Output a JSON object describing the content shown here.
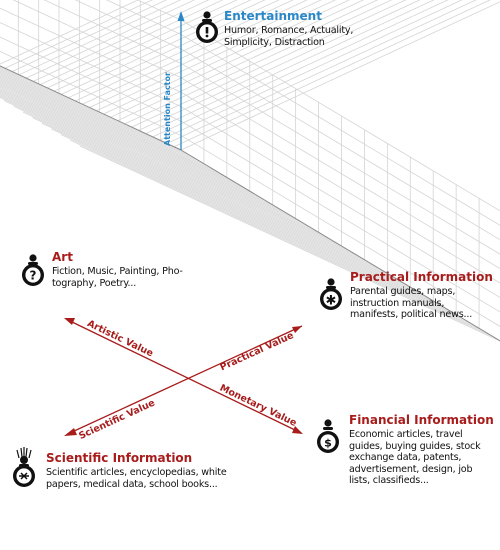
{
  "vertical_axis": {
    "label": "Attention Factor"
  },
  "axes": {
    "artistic": "Artistic Value",
    "practical": "Practical  Value",
    "monetary": "Monetary Value",
    "scientific": "Scientific Value"
  },
  "categories": {
    "entertainment": {
      "title": "Entertainment",
      "description": "Humor, Romance, Actuality, Simplicity, Distraction",
      "icon": "exclamation-person-icon",
      "color": "#2a87c8"
    },
    "art": {
      "title": "Art",
      "description": "Fiction, Music, Painting, Pho-tography, Poetry...",
      "icon": "question-person-icon",
      "color": "#a81c1c"
    },
    "practical": {
      "title": "Practical Information",
      "description": "Parental guides, maps, instruction manuals, manifests, political news...",
      "icon": "gear-person-icon",
      "color": "#a81c1c"
    },
    "financial": {
      "title": "Financial Information",
      "description": "Economic articles, travel guides, buying guides, stock exchange data, patents, advertisement, design, job lists, classifieds...",
      "icon": "dollar-person-icon",
      "color": "#a81c1c"
    },
    "scientific": {
      "title": "Scientific Information",
      "description": "Scientific articles, encyclopedias, white papers, medical data, school books...",
      "icon": "scientist-person-icon",
      "color": "#a81c1c"
    }
  },
  "colors": {
    "accent_red": "#a81c1c",
    "accent_blue": "#2a87c8",
    "grid": "#d4d4d4"
  }
}
